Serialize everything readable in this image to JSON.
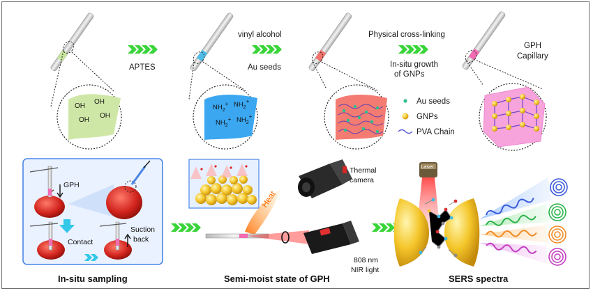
{
  "top_row": {
    "step1_label": "APTES",
    "step2_label_top": "vinyl alcohol",
    "step2_label_bottom": "Au seeds",
    "step3_label_top": "Physical cross-linking",
    "step3_label_line1": "In-situ growth",
    "step3_label_line2": "of GNPs",
    "product_label_line1": "GPH",
    "product_label_line2": "Capillary",
    "oh_label": "OH",
    "nh2_label": "NH",
    "nh2_sub": "2",
    "plus": "+"
  },
  "legend": [
    {
      "label": "Au seeds",
      "color": "#2bbf8d",
      "kind": "dot-small"
    },
    {
      "label": "GNPs",
      "color": "#f2c230",
      "kind": "dot-large"
    },
    {
      "label": "PVA Chain",
      "color": "#5b5bd6",
      "kind": "wave"
    }
  ],
  "sampling_panel": {
    "gph_label": "GPH",
    "contact_label": "Contact",
    "suction_line1": "Suction",
    "suction_line2": "back",
    "caption": "In-situ sampling"
  },
  "middle_panel": {
    "heat_label": "Heat",
    "camera_line1": "Thermal",
    "camera_line2": "camera",
    "laser_line1": "808 nm",
    "laser_line2": "NIR light",
    "caption": "Semi-moist state of GPH"
  },
  "sers_panel": {
    "laser_label": "Laser",
    "caption": "SERS spectra",
    "spectrum_colors": [
      "#3a5bd9",
      "#2bb34a",
      "#f08a24",
      "#c23fc0"
    ]
  },
  "colors": {
    "arrow_green": "#39d43a",
    "panel_border": "#4a86e8",
    "panel_fill": "#eaf2ff"
  }
}
